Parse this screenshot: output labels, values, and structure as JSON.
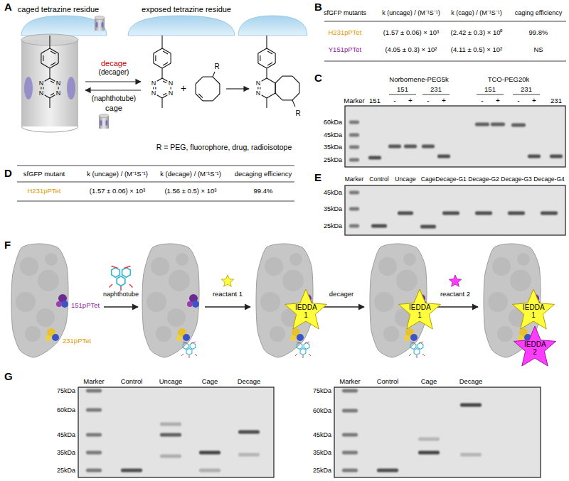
{
  "diagram": {
    "nodes": [
      {
        "text": [
          "IEDDA 1"
        ]
      },
      {
        "text": [
          "IEDDA 1"
        ]
      },
      {
        "text": [
          "IEDDA 1"
        ]
      },
      {
        "text": [
          "IEDDA 2"
        ]
      }
    ],
    "labels": [
      "A",
      "caged tetrazine residue",
      "exposed tetrazine residue",
      "decage",
      "(decager)",
      "(naphthotube)",
      "cage",
      "+",
      "R",
      "R",
      "R = PEG, fluorophore, drug, radioisotope",
      "N",
      "N",
      "N",
      "N",
      "N",
      "N",
      "N",
      "N",
      "N",
      "N",
      "B",
      "sfGFP mutants",
      "k (uncage) / (M⁻¹S⁻¹)",
      "k (cage) / (M⁻¹S⁻¹)",
      "caging efficiency",
      "H231pPTet",
      "(1.57 ± 0.06) × 10³",
      "(2.42 ± 0.3) × 10⁰",
      "99.8%",
      "Y151pPTet",
      "(4.05 ± 0.3) × 10²",
      "(4.11 ± 0.5) × 10²",
      "NS",
      "C",
      "Marker",
      "Norbornene-PEG5k",
      "TCO-PEG20k",
      "151",
      "151",
      "231",
      "151",
      "231",
      "231",
      "-",
      "+",
      "-",
      "+",
      "-",
      "+",
      "-",
      "+",
      "60kDa",
      "45kDa",
      "35kDa",
      "25kDa",
      "D",
      "sfGFP mutant",
      "k (uncage) / (M⁻¹S⁻¹)",
      "k (decage) / (M⁻¹S⁻¹)",
      "decaging efficiency",
      "H231pPTet",
      "(1.57 ± 0.06) × 10³",
      "(1.56 ± 0.5) × 10³",
      "99.4%",
      "E",
      "Marker",
      "Control",
      "Uncage",
      "Cage",
      "Decage-G1",
      "Decage-G2",
      "Decage-G3",
      "Decage-G4",
      "45kDa",
      "35kDa",
      "25kDa",
      "F",
      "151pPTet",
      "231pPTet",
      "naphthotube",
      "reactant 1",
      "decager",
      "reactant 2",
      "G",
      "Marker",
      "Control",
      "Uncage",
      "Cage",
      "Decage",
      "75kDa",
      "60kDa",
      "45kDa",
      "35kDa",
      "25kDa",
      "Marker",
      "Control",
      "Cage",
      "Decage",
      "75kDa",
      "60kDa",
      "45kDa",
      "35kDa",
      "25kDa"
    ]
  }
}
